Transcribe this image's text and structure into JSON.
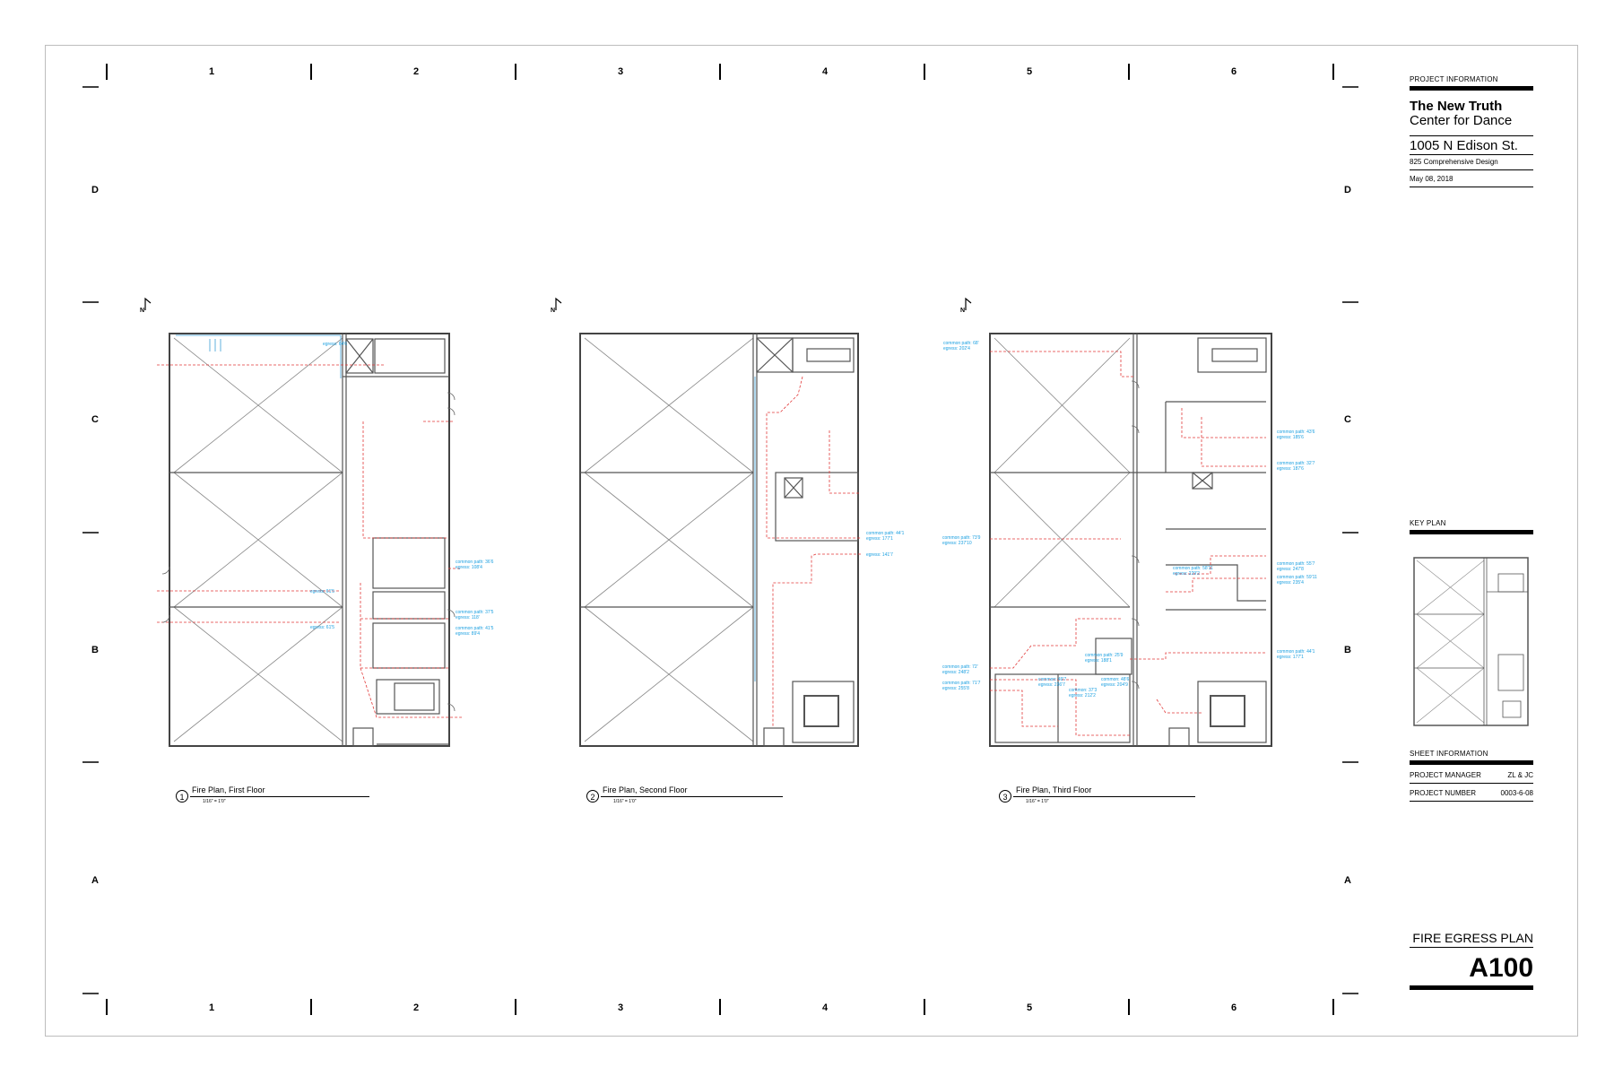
{
  "grid": {
    "columns": [
      "1",
      "2",
      "3",
      "4",
      "5",
      "6"
    ],
    "rows": [
      "D",
      "C",
      "B",
      "A"
    ]
  },
  "project_info": {
    "label": "PROJECT INFORMATION",
    "name_line1": "The New Truth",
    "name_line2": "Center for Dance",
    "address": "1005 N Edison St.",
    "course": "825 Comprehensive Design",
    "date": "May 08, 2018"
  },
  "key_plan": {
    "label": "KEY PLAN"
  },
  "sheet_info": {
    "label": "SHEET INFORMATION",
    "manager_label": "PROJECT MANAGER",
    "manager_value": "ZL & JC",
    "number_label": "PROJECT NUMBER",
    "number_value": "0003-6-08"
  },
  "sheet": {
    "title": "FIRE EGRESS PLAN",
    "number": "A100"
  },
  "north_label": "N",
  "plans": [
    {
      "num": "1",
      "title": "Fire Plan, First Floor",
      "scale": "1/16\" = 1'0\""
    },
    {
      "num": "2",
      "title": "Fire Plan, Second Floor",
      "scale": "1/16\" = 1'0\""
    },
    {
      "num": "3",
      "title": "Fire Plan, Third Floor",
      "scale": "1/16\" = 1'0\""
    }
  ],
  "notes": {
    "p1_a": "egress: 64'6",
    "p1_b": "common path: 36'6\negress: 108'4",
    "p1_c": "egress: 61'5",
    "p1_d": "common path: 37'5\negress: 118'",
    "p1_e": "egress: 61'5",
    "p1_f": "common path: 41'5\negress: 89'4",
    "p2_a": "common path: 44'1\negress: 177'1",
    "p2_b": "egress: 141'7",
    "p3_a": "common path: 68'\negress: 202'4",
    "p3_b": "common path: 43'6\negress: 185'6",
    "p3_c": "common path: 32'7\negress: 187'6",
    "p3_d": "common path: 73'9\negress: 237'10",
    "p3_e": "common path: 55'7\negress: 247'8",
    "p3_f": "common path: 58'11\negress: 229'2",
    "p3_g": "common path: 59'11\negress: 235'4",
    "p3_h": "common path: 44'1\negress: 177'1",
    "p3_i": "common path: 25'9\negress: 188'1",
    "p3_j": "common path: 72'\negress: 248'2",
    "p3_k": "common: 49'7\negress: 236'7",
    "p3_l": "common: 48'6\negress: 204'9",
    "p3_m": "common path: 71'7\negress: 255'8",
    "p3_n": "common: 37'3\negress: 212'2"
  },
  "colors": {
    "egress_path": "#e23a3a",
    "notes": "#1a9fe0",
    "walls": "#555555"
  }
}
